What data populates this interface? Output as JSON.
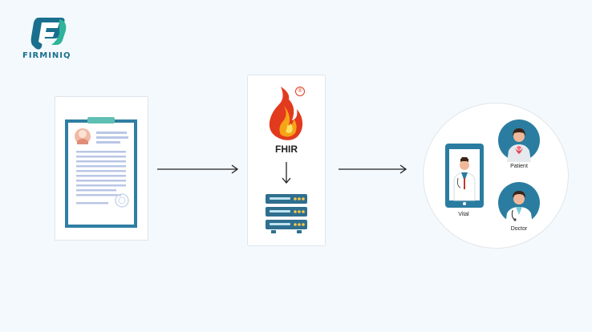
{
  "brand": {
    "name": "FIRMINIQ",
    "primary_color": "#1a6f8e",
    "accent_color": "#2fb39a"
  },
  "fhir": {
    "label": "FHIR",
    "registered_mark": "®"
  },
  "outputs": {
    "vital_label": "Vital",
    "patient_label": "Patient",
    "doctor_label": "Doctor"
  },
  "icons": [
    "firminiq-logo",
    "medical-record-icon",
    "fhir-flame-icon",
    "database-server-icon",
    "vital-monitor-icon",
    "patient-avatar-icon",
    "doctor-avatar-icon"
  ]
}
